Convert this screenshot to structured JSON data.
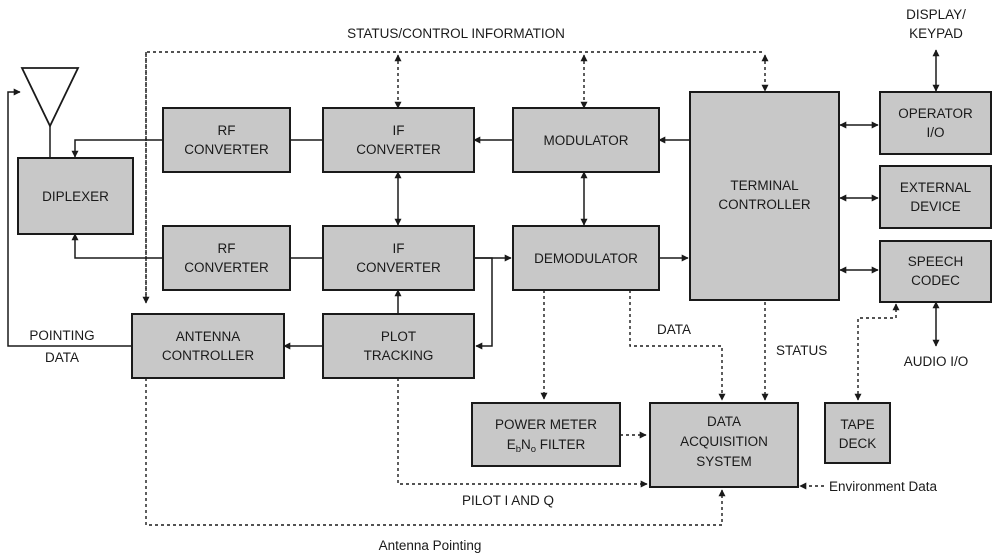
{
  "blocks": {
    "rf_converter_top": [
      "RF",
      "CONVERTER"
    ],
    "if_converter_top": [
      "IF",
      "CONVERTER"
    ],
    "modulator": [
      "MODULATOR"
    ],
    "diplexer": [
      "DIPLEXER"
    ],
    "rf_converter_bottom": [
      "RF",
      "CONVERTER"
    ],
    "if_converter_bottom": [
      "IF",
      "CONVERTER"
    ],
    "demodulator": [
      "DEMODULATOR"
    ],
    "antenna_controller": [
      "ANTENNA",
      "CONTROLLER"
    ],
    "plot_tracking": [
      "PLOT",
      "TRACKING"
    ],
    "terminal_controller": [
      "TERMINAL",
      "CONTROLLER"
    ],
    "operator_io": [
      "OPERATOR",
      "I/O"
    ],
    "external_device": [
      "EXTERNAL",
      "DEVICE"
    ],
    "speech_codec": [
      "SPEECH",
      "CODEC"
    ],
    "data_acquisition": [
      "DATA",
      "ACQUISITION",
      "SYSTEM"
    ],
    "tape_deck": [
      "TAPE",
      "DECK"
    ]
  },
  "power_meter": {
    "line1": "POWER METER",
    "line2_prefix": "E",
    "sub_b": "b",
    "mid_n": "N",
    "sub_o": "o",
    "line2_suffix": " FILTER"
  },
  "labels": {
    "status_control": "STATUS/CONTROL INFORMATION",
    "display_keypad": [
      "DISPLAY/",
      "KEYPAD"
    ],
    "pointing_data": [
      "POINTING",
      "DATA"
    ],
    "data": "DATA",
    "status": "STATUS",
    "audio_io": "AUDIO I/O",
    "pilot_iq": "PILOT I AND Q",
    "environment_data": "Environment Data",
    "antenna_pointing": "Antenna Pointing"
  }
}
